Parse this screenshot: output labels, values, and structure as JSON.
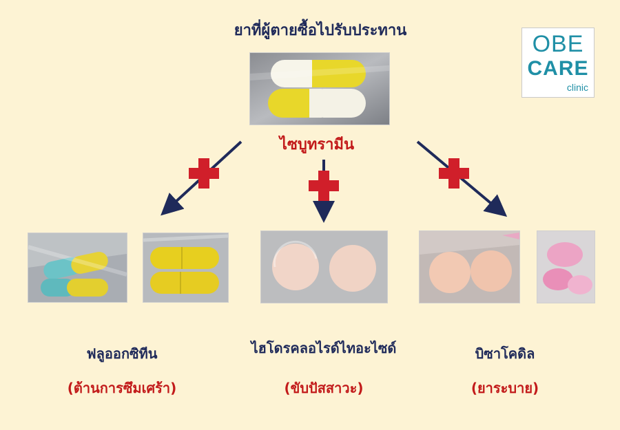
{
  "title": "ยาที่ผู้ตายซื้อไปรับประทาน",
  "center_drug": "ไซบูทรามีน",
  "drugs": [
    {
      "name": "ฟลูออกซิทีน",
      "use": "(ต้านการซึมเศร้า)"
    },
    {
      "name": "ไฮโดรคลอไรด์ไทอะไซด์",
      "use": "(ขับปัสสาวะ)"
    },
    {
      "name": "บิซาโคดิล",
      "use": "(ยาระบาย)"
    }
  ],
  "logo": {
    "line1": "OBE",
    "line2": "CARE",
    "line3": "clinic"
  },
  "colors": {
    "background": "#fdf3d4",
    "title": "#1f2a5a",
    "accent_red": "#c21a1a",
    "arrow": "#1f2a5a",
    "cross": "#d01f2a",
    "logo": "#1f8fa6"
  },
  "icons": [
    "red-cross-icon",
    "arrow-icon",
    "capsule-icon",
    "tablet-icon"
  ]
}
